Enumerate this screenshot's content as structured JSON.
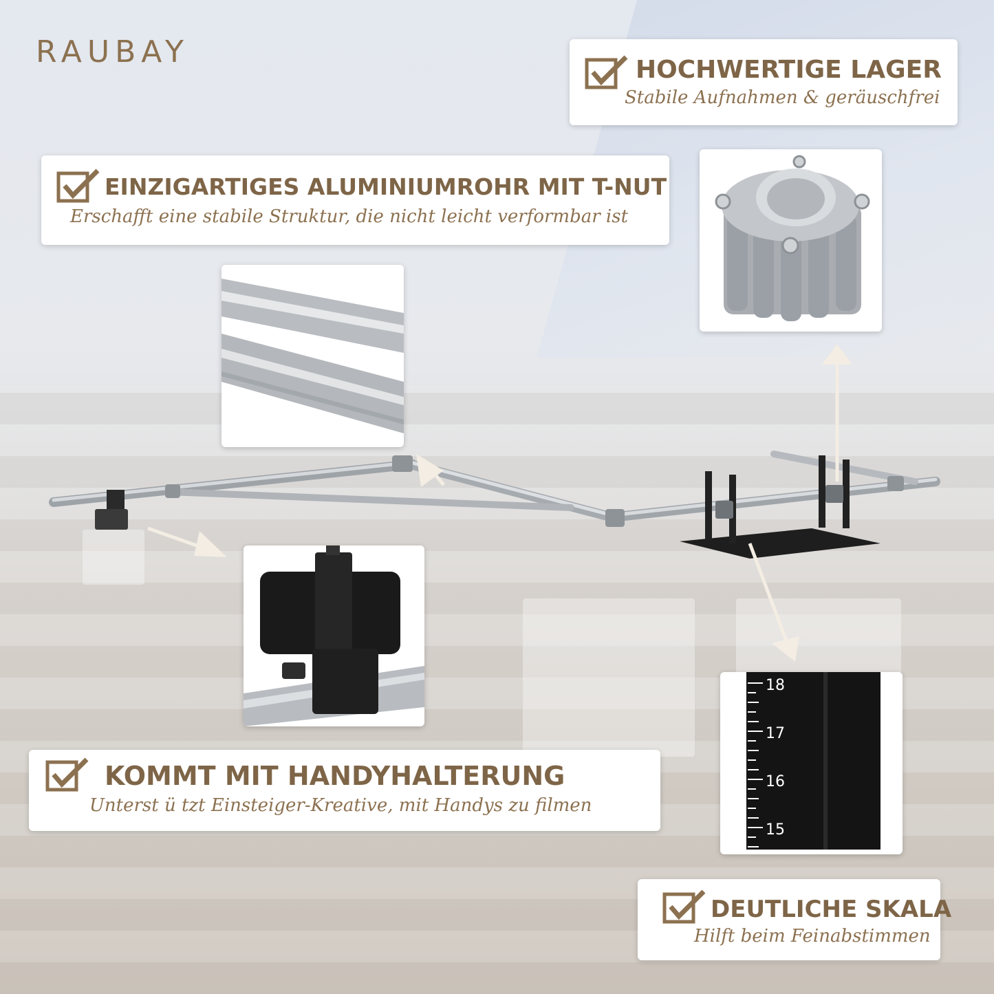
{
  "brand": {
    "logo_text": "RAUBAY"
  },
  "callouts": [
    {
      "title": "HOCHWERTIGE LAGER",
      "subtitle": "Stabile Aufnahmen & geräuschfrei"
    },
    {
      "title": "EINZIGARTIGES ALUMINIUMROHR MIT T-NUT",
      "subtitle": "Erschafft eine stabile Struktur, die nicht leicht verformbar ist"
    },
    {
      "title": "KOMMT MIT HANDYHALTERUNG",
      "subtitle": "Unterst ü tzt Einsteiger-Kreative, mit Handys zu filmen"
    },
    {
      "title": "DEUTLICHE SKALA",
      "subtitle": "Hilft beim Feinabstimmen"
    }
  ],
  "scale_labels": [
    "18",
    "17",
    "16",
    "15"
  ],
  "colors": {
    "accent": "#8c7150",
    "accent_dark": "#7e6547",
    "card": "#ffffff"
  },
  "icons": [
    "checkbox-check-icon",
    "arrow-icon"
  ]
}
